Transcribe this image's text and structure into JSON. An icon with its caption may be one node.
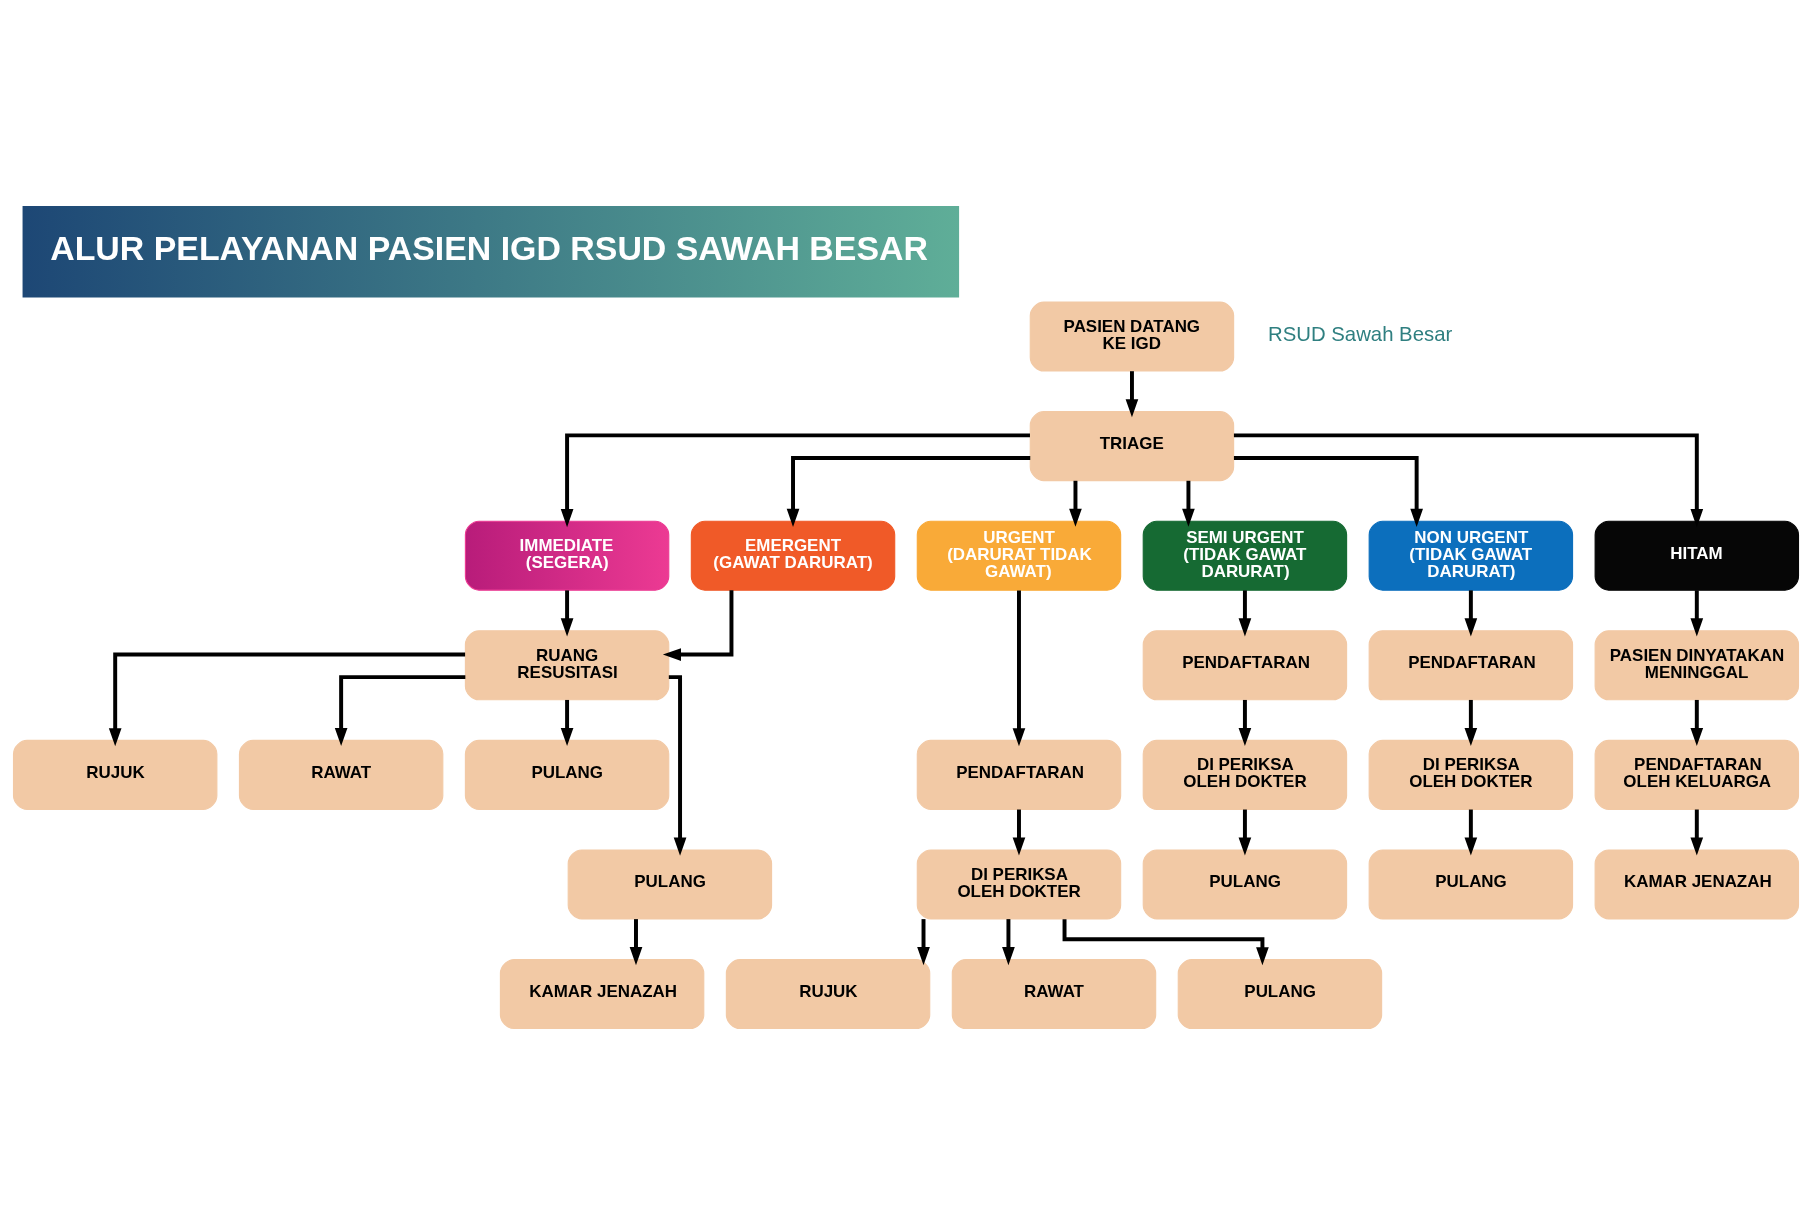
{
  "diagram": {
    "title": "ALUR PELAYANAN PASIEN IGD RSUD SAWAH BESAR",
    "nodes": [
      {
        "text": [
          "PASIEN DATANG KE IGD"
        ]
      },
      {
        "text": [
          "TRIAGE"
        ]
      },
      {
        "text": [
          "IMMEDIATE (SEGERA)"
        ]
      },
      {
        "text": [
          "EMERGENT (GAWAT DARURAT)"
        ]
      },
      {
        "text": [
          "URGENT (DARURAT TIDAK GAWAT)"
        ]
      },
      {
        "text": [
          "SEMI URGENT (TIDAK GAWAT DARURAT)"
        ]
      },
      {
        "text": [
          "NON URGENT (TIDAK GAWAT DARURAT)"
        ]
      },
      {
        "text": [
          "HITAM"
        ]
      },
      {
        "text": [
          "RUANG RESUSITASI"
        ]
      },
      {
        "text": [
          "PENDAFTARAN"
        ]
      },
      {
        "text": [
          "PENDAFTARAN"
        ]
      },
      {
        "text": [
          "PASIEN DINYATAKAN MENINGGAL"
        ]
      },
      {
        "text": [
          "RUJUK"
        ]
      },
      {
        "text": [
          "RAWAT"
        ]
      },
      {
        "text": [
          "PULANG"
        ]
      },
      {
        "text": [
          "PENDAFTARAN"
        ]
      },
      {
        "text": [
          "DI PERIKSA OLEH DOKTER"
        ]
      },
      {
        "text": [
          "DI PERIKSA OLEH DOKTER"
        ]
      },
      {
        "text": [
          "PENDAFTARAN OLEH KELUARGA"
        ]
      },
      {
        "text": [
          "PULANG"
        ]
      },
      {
        "text": [
          "DI PERIKSA OLEH DOKTER"
        ]
      },
      {
        "text": [
          "PULANG"
        ]
      },
      {
        "text": [
          "PULANG"
        ]
      },
      {
        "text": [
          "KAMAR JENAZAH"
        ]
      },
      {
        "text": [
          "KAMAR JENAZAH"
        ]
      },
      {
        "text": [
          "RUJUK"
        ]
      },
      {
        "text": [
          "RAWAT"
        ]
      },
      {
        "text": [
          "PULANG"
        ]
      }
    ],
    "edges": [
      {
        "from": 0,
        "to": 1,
        "arrow": "to"
      },
      {
        "from": 1,
        "to": 2,
        "arrow": "to"
      },
      {
        "from": 1,
        "to": 3,
        "arrow": "to"
      },
      {
        "from": 1,
        "to": 4,
        "arrow": "to"
      },
      {
        "from": 1,
        "to": 5,
        "arrow": "to"
      },
      {
        "from": 1,
        "to": 6,
        "arrow": "to"
      },
      {
        "from": 1,
        "to": 7,
        "arrow": "to"
      },
      {
        "from": 2,
        "to": 8,
        "arrow": "to"
      },
      {
        "from": 3,
        "to": 8,
        "arrow": "to"
      },
      {
        "from": 4,
        "to": 15,
        "arrow": "to"
      },
      {
        "from": 5,
        "to": 9,
        "arrow": "to"
      },
      {
        "from": 6,
        "to": 10,
        "arrow": "to"
      },
      {
        "from": 7,
        "to": 11,
        "arrow": "to"
      },
      {
        "from": 8,
        "to": 12,
        "arrow": "to"
      },
      {
        "from": 8,
        "to": 13,
        "arrow": "to"
      },
      {
        "from": 8,
        "to": 14,
        "arrow": "to"
      },
      {
        "from": 8,
        "to": 19,
        "arrow": "to"
      },
      {
        "from": 9,
        "to": 16,
        "arrow": "to"
      },
      {
        "from": 10,
        "to": 17,
        "arrow": "to"
      },
      {
        "from": 11,
        "to": 18,
        "arrow": "to"
      },
      {
        "from": 15,
        "to": 20,
        "arrow": "to"
      },
      {
        "from": 16,
        "to": 21,
        "arrow": "to"
      },
      {
        "from": 17,
        "to": 22,
        "arrow": "to"
      },
      {
        "from": 18,
        "to": 23,
        "arrow": "to"
      },
      {
        "from": 19,
        "to": 24,
        "arrow": "to"
      },
      {
        "from": 20,
        "to": 25,
        "arrow": "to"
      },
      {
        "from": 20,
        "to": 26,
        "arrow": "to"
      },
      {
        "from": 20,
        "to": 27,
        "arrow": "to"
      }
    ],
    "labels": [
      "RSUD Sawah Besar"
    ]
  }
}
